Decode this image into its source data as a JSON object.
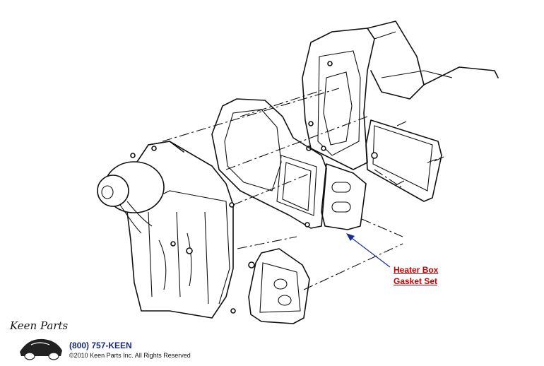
{
  "callout": {
    "line1": "Heater Box",
    "line2": "Gasket Set",
    "color": "#cc0000",
    "arrow_color": "#1a2a9a"
  },
  "footer": {
    "logo_text": "Keen Parts",
    "phone": "(800) 757-KEEN",
    "copyright": "©2010 Keen Parts Inc. All Rights Reserved"
  }
}
